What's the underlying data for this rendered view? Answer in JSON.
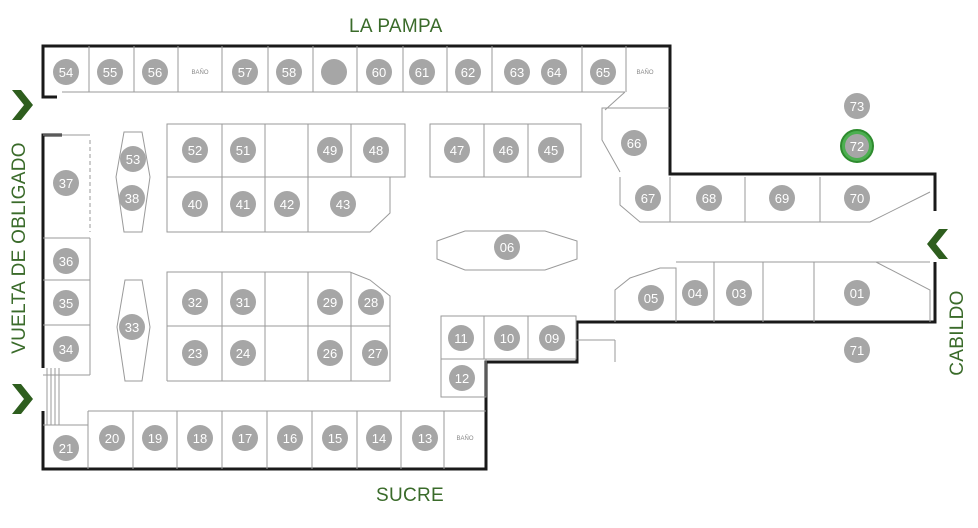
{
  "streets": {
    "top": "LA PAMPA",
    "bottom": "SUCRE",
    "left": "VUELTA DE OBLIGADO",
    "right": "CABILDO"
  },
  "bath_label": "BAÑO",
  "highlight_color": "#4caf50",
  "bubble_color": "#a6a6a6",
  "arrow_color": "#2e5e1e",
  "entrance_icon": "chevron-right / chevron-left",
  "stores": [
    {
      "id": "54"
    },
    {
      "id": "55"
    },
    {
      "id": "56"
    },
    {
      "id": "57"
    },
    {
      "id": "58"
    },
    {
      "id": ""
    },
    {
      "id": "60"
    },
    {
      "id": "61"
    },
    {
      "id": "62"
    },
    {
      "id": "63"
    },
    {
      "id": "64"
    },
    {
      "id": "65"
    },
    {
      "id": "73"
    },
    {
      "id": "72",
      "highlight": true
    },
    {
      "id": "66"
    },
    {
      "id": "53"
    },
    {
      "id": "52"
    },
    {
      "id": "51"
    },
    {
      "id": "49"
    },
    {
      "id": "48"
    },
    {
      "id": "47"
    },
    {
      "id": "46"
    },
    {
      "id": "45"
    },
    {
      "id": "37"
    },
    {
      "id": "38"
    },
    {
      "id": "40"
    },
    {
      "id": "41"
    },
    {
      "id": "42"
    },
    {
      "id": "43"
    },
    {
      "id": "67"
    },
    {
      "id": "68"
    },
    {
      "id": "69"
    },
    {
      "id": "70"
    },
    {
      "id": "06"
    },
    {
      "id": "36"
    },
    {
      "id": "35"
    },
    {
      "id": "34"
    },
    {
      "id": "33"
    },
    {
      "id": "32"
    },
    {
      "id": "31"
    },
    {
      "id": "29"
    },
    {
      "id": "28"
    },
    {
      "id": "23"
    },
    {
      "id": "24"
    },
    {
      "id": "26"
    },
    {
      "id": "27"
    },
    {
      "id": "05"
    },
    {
      "id": "04"
    },
    {
      "id": "03"
    },
    {
      "id": "01"
    },
    {
      "id": "71"
    },
    {
      "id": "11"
    },
    {
      "id": "10"
    },
    {
      "id": "09"
    },
    {
      "id": "12"
    },
    {
      "id": "21"
    },
    {
      "id": "20"
    },
    {
      "id": "19"
    },
    {
      "id": "18"
    },
    {
      "id": "17"
    },
    {
      "id": "16"
    },
    {
      "id": "15"
    },
    {
      "id": "14"
    },
    {
      "id": "13"
    }
  ]
}
